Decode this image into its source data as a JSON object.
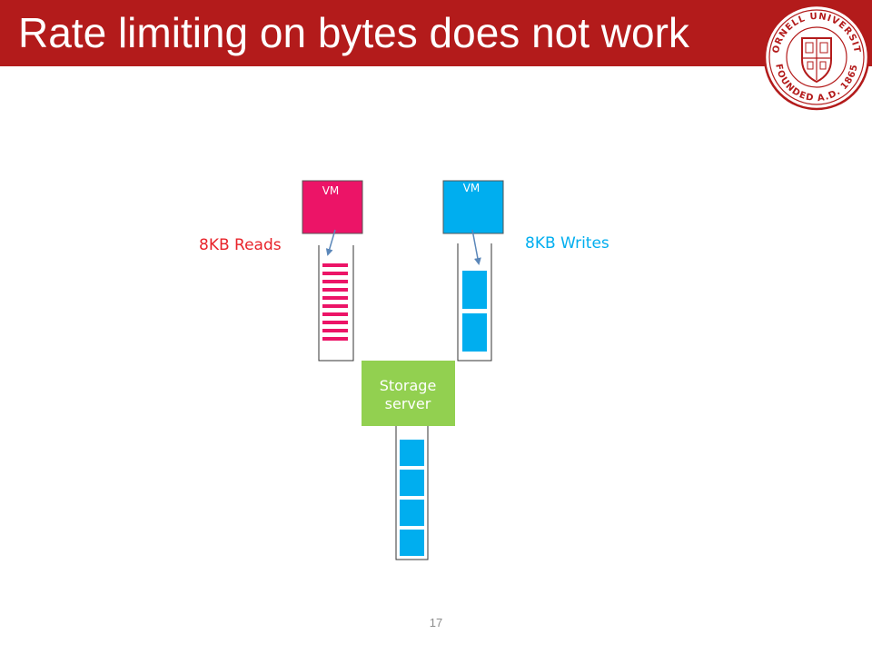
{
  "slide": {
    "title": "Rate limiting on bytes does not work",
    "page_number": "17"
  },
  "seal": {
    "icon": "cornell-seal-icon",
    "text_top": "CORNELL UNIVERSITY",
    "text_bottom": "FOUNDED A.D. 1865"
  },
  "diagram": {
    "vm_reads": {
      "label": "VM",
      "color": "#ec1467"
    },
    "vm_writes": {
      "label": "VM",
      "color": "#00aeef"
    },
    "reads_label": "8KB Reads",
    "writes_label": "8KB Writes",
    "reads_queue_items": 10,
    "writes_queue_items": 2,
    "server_queue_items": 4,
    "storage_server": {
      "line1": "Storage",
      "line2": "server",
      "color": "#92d050"
    }
  },
  "colors": {
    "title_bar": "#b31b1b",
    "reads_text": "#e8232a",
    "writes_text": "#00aeef",
    "read_request": "#ec1467",
    "write_request": "#00aeef",
    "arrow": "#5b87b9"
  }
}
